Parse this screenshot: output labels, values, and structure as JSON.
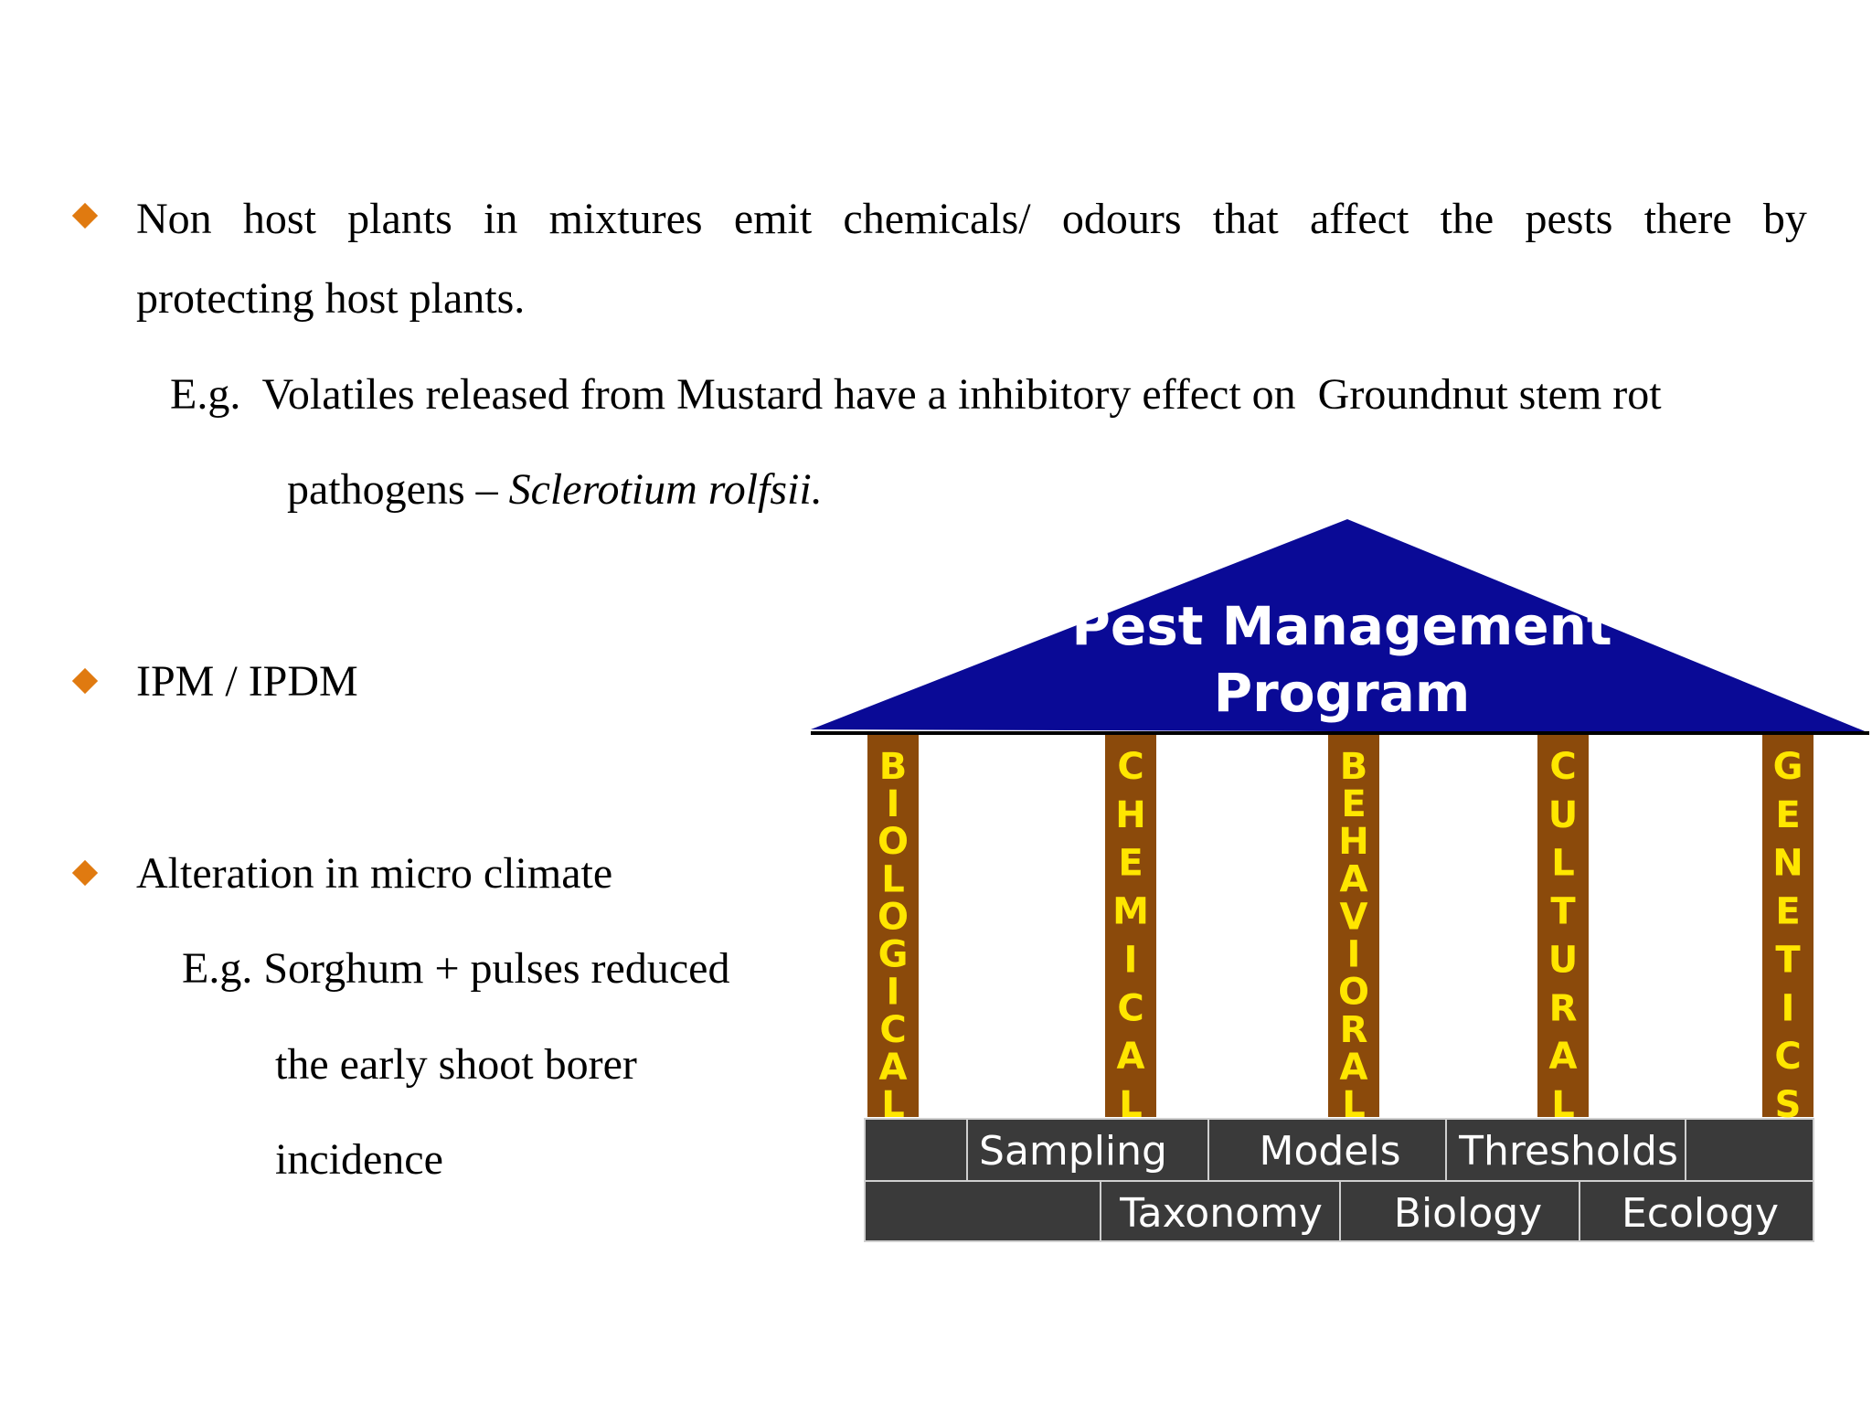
{
  "colors": {
    "bullet": "#e07a10",
    "roof": "#0a0a96",
    "roof_text": "#ffffff",
    "pillar": "#8b4a0b",
    "pillar_text": "#ffe600",
    "foundation": "#3a3a3a",
    "foundation_text": "#ffffff"
  },
  "bullets": [
    {
      "line1_words": [
        "Non",
        "host",
        "plants",
        "in",
        "mixtures",
        "emit",
        "chemicals/",
        "odours",
        "that",
        "affect",
        "the",
        "pests",
        "there",
        "by"
      ],
      "line2": "protecting host plants.",
      "eg_line1": "E.g.  Volatiles released from Mustard have a inhibitory effect on  Groundnut stem rot",
      "eg_line2_plain": "pathogens – ",
      "eg_line2_italic": "Sclerotium rolfsii."
    },
    {
      "text": "IPM / IPDM"
    },
    {
      "text": "Alteration in micro climate",
      "eg_line1": "E.g. Sorghum + pulses reduced",
      "eg_line2": "the early shoot borer",
      "eg_line3": "incidence"
    }
  ],
  "diagram": {
    "roof_line1": "Pest Management",
    "roof_line2": "Program",
    "pillars": [
      "BIOLOGICAL",
      "CHEMICAL",
      "BEHAVIORAL",
      "CULTURAL",
      "GENETICS"
    ],
    "foundation_row1": [
      "Sampling",
      "Models",
      "Thresholds"
    ],
    "foundation_row2": [
      "Taxonomy",
      "Biology",
      "Ecology"
    ]
  }
}
